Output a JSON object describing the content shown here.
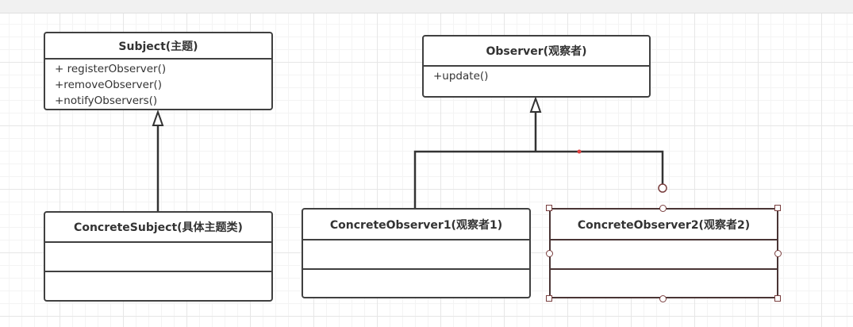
{
  "diagram": {
    "classes": {
      "subject": {
        "name": "Subject(主题)",
        "operations": [
          "+ registerObserver()",
          "+removeObserver()",
          "+notifyObservers()"
        ]
      },
      "observer": {
        "name": "Observer(观察者)",
        "operations": [
          "+update()"
        ]
      },
      "concrete_subject": {
        "name": "ConcreteSubject(具体主题类)"
      },
      "concrete_observer_1": {
        "name": "ConcreteObserver1(观察者1)"
      },
      "concrete_observer_2": {
        "name": "ConcreteObserver2(观察者2)"
      }
    },
    "relations": [
      {
        "from": "concrete_subject",
        "to": "subject",
        "type": "generalization"
      },
      {
        "from": "concrete_observer_1",
        "to": "observer",
        "type": "generalization"
      },
      {
        "from": "concrete_observer_2",
        "to": "observer",
        "type": "generalization"
      }
    ],
    "selected": "concrete_observer_2"
  }
}
